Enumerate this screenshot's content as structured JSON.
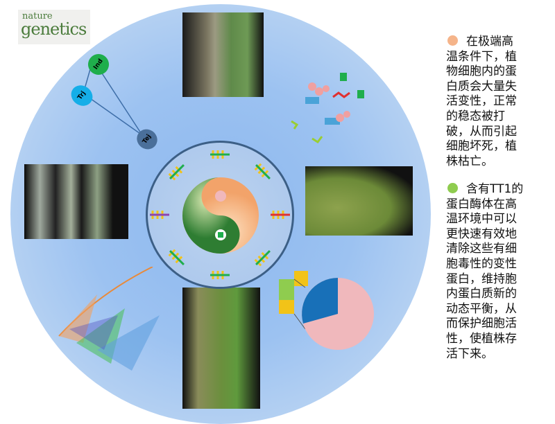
{
  "logo": {
    "line1": "nature",
    "line2": "genetics"
  },
  "network": {
    "nodes": [
      "Ind",
      "Trj",
      "Tej"
    ]
  },
  "text": {
    "para1": "在极端高温条件下，植物细胞内的蛋白质会大量失活变性，正常的稳态被打破，从而引起细胞坏死，植株枯亡。",
    "para2": "含有TT1的蛋白酶体在高温环境中可以更快速有效地清除这些有细胞毒性的变性蛋白，维持胞内蛋白质新的动态平衡，从而保护细胞活性，使植株存活下来。",
    "dot1_color": "#f5b48a",
    "dot2_color": "#8fcc4f"
  }
}
